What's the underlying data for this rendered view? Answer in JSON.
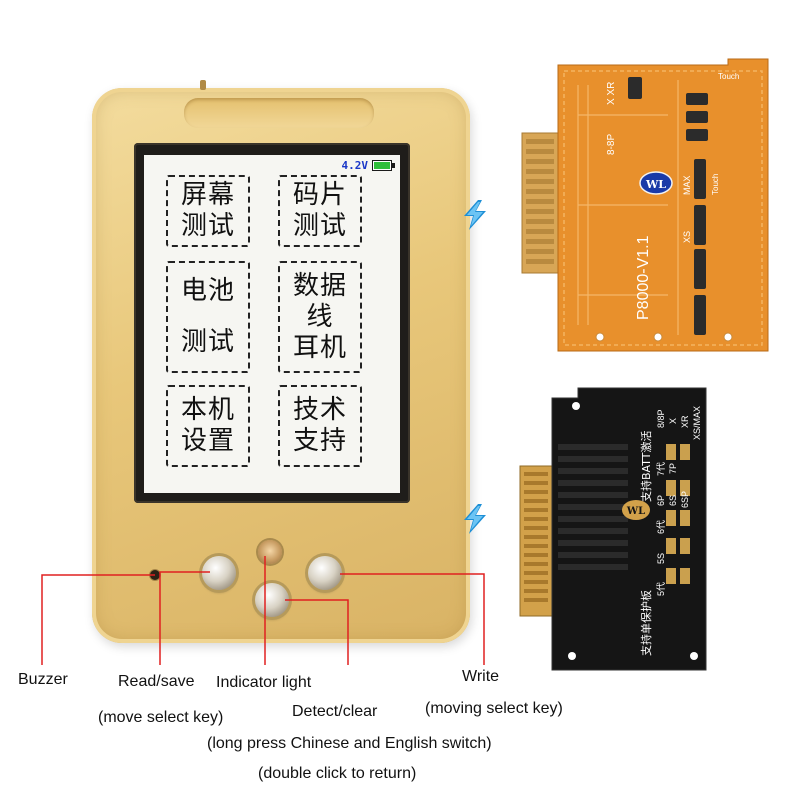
{
  "screen": {
    "voltage": "4.2V",
    "tiles": [
      {
        "lines": [
          "屏幕",
          "测试"
        ]
      },
      {
        "lines": [
          "码片",
          "测试"
        ]
      },
      {
        "lines": [
          "电池",
          "测试"
        ]
      },
      {
        "lines": [
          "数据",
          "线",
          "耳机"
        ]
      },
      {
        "lines": [
          "本机",
          "设置"
        ]
      },
      {
        "lines": [
          "技术",
          "支持"
        ]
      }
    ]
  },
  "labels": {
    "buzzer": "Buzzer",
    "read_save": "Read/save",
    "move_select": "(move select key)",
    "indicator": "Indicator light",
    "detect_clear": "Detect/clear",
    "long_press": "(long press Chinese and English switch)",
    "double_click": "(double click to return)",
    "write": "Write",
    "moving_select": "(moving select key)"
  },
  "board_top": {
    "title": "P8000-V1.1",
    "brand": "WL",
    "touch1": "Touch",
    "touch2": "Touch",
    "xr": "X XR",
    "max": "MAX",
    "xs": "XS",
    "p8": "8-8P"
  },
  "board_bottom": {
    "title": "支持BATT激活",
    "brand": "WL",
    "models": [
      "8/8P",
      "X",
      "XR",
      "XS/MAX",
      "7代",
      "7P",
      "6P",
      "6S",
      "6SP",
      "6代",
      "5S",
      "5代"
    ],
    "bottom_text": "支持单保护板"
  },
  "colors": {
    "device_gold": "#e8c77a",
    "board_orange": "#e8902c",
    "board_black": "#151515",
    "callout_red": "#e02020",
    "bolt_blue": "#1e8fd6"
  }
}
